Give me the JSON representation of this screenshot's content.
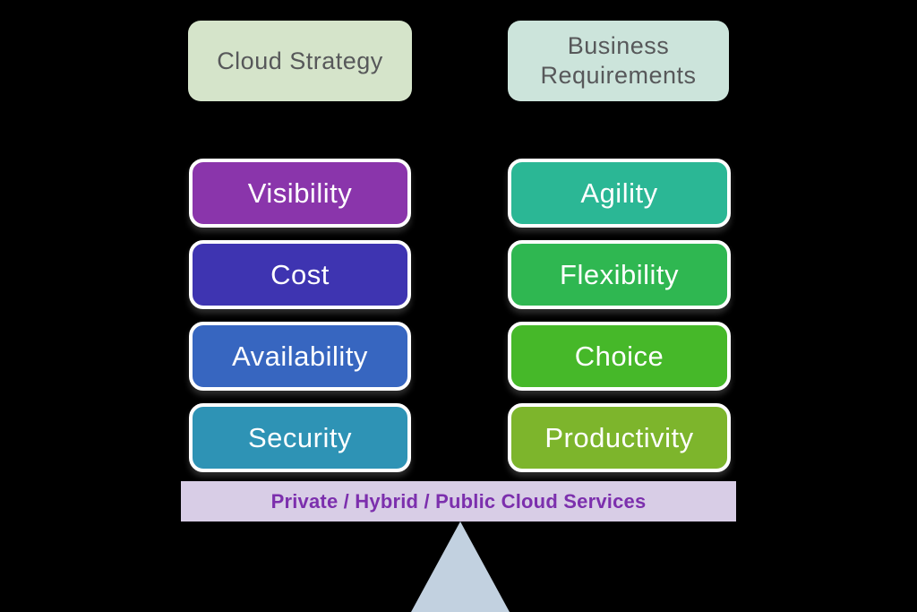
{
  "background": "#000000",
  "headers": {
    "left": {
      "label": "Cloud Strategy",
      "bg": "#d5e4ca",
      "text_color": "#57585a"
    },
    "right": {
      "label": "Business Requirements",
      "bg": "#cce4db",
      "text_color": "#57585a"
    }
  },
  "columns": {
    "left": {
      "items": [
        {
          "label": "Visibility",
          "color": "#8a35ab"
        },
        {
          "label": "Cost",
          "color": "#3e34b1"
        },
        {
          "label": "Availability",
          "color": "#3766c0"
        },
        {
          "label": "Security",
          "color": "#2e93b5"
        }
      ]
    },
    "right": {
      "items": [
        {
          "label": "Agility",
          "color": "#2bb795"
        },
        {
          "label": "Flexibility",
          "color": "#2fb751"
        },
        {
          "label": "Choice",
          "color": "#46b829"
        },
        {
          "label": "Productivity",
          "color": "#7db52c"
        }
      ]
    }
  },
  "beam": {
    "label": "Private / Hybrid / Public Cloud Services",
    "bg": "#d8cde6",
    "text_color": "#7c2fad"
  },
  "fulcrum": {
    "color": "#c2d1e0"
  }
}
